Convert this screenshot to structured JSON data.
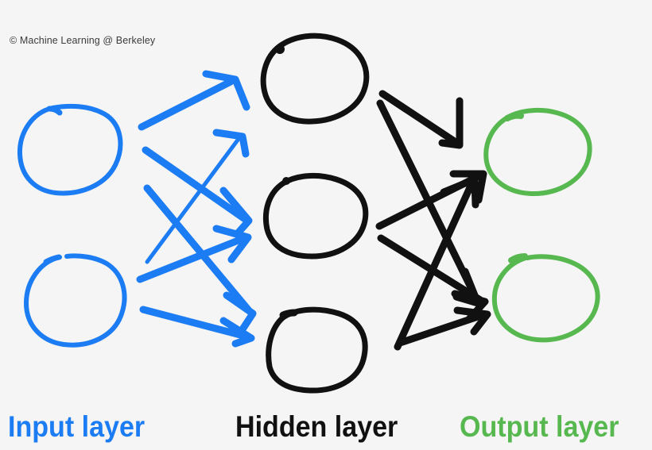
{
  "watermark": {
    "text": "© Machine Learning @ Berkeley"
  },
  "labels": {
    "input": "Input layer",
    "hidden": "Hidden layer",
    "output": "Output layer"
  },
  "colors": {
    "background": "#f5f5f5",
    "input": "#1b7cf3",
    "hidden": "#111111",
    "output": "#57b84f",
    "watermark_text": "#3b3b3b"
  },
  "diagram": {
    "type": "neural-network",
    "layers": [
      {
        "name": "Input layer",
        "color": "#1b7cf3",
        "node_count": 2
      },
      {
        "name": "Hidden layer",
        "color": "#111111",
        "node_count": 3
      },
      {
        "name": "Output layer",
        "color": "#57b84f",
        "node_count": 2
      }
    ],
    "style": "hand-drawn"
  }
}
